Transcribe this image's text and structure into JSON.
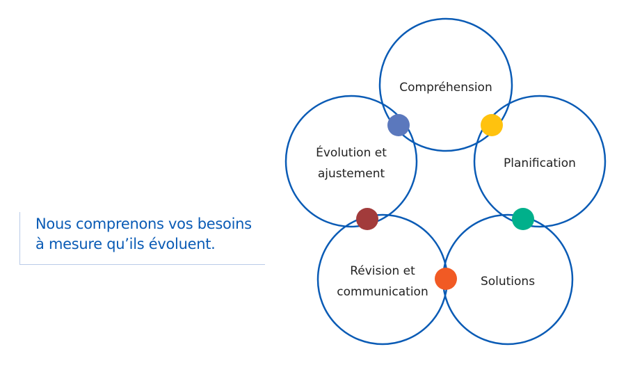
{
  "callout": {
    "line1": "Nous comprenons vos besoins",
    "line2": "à mesure qu’ils évoluent."
  },
  "circles": [
    {
      "label_lines": [
        "Compréhension"
      ]
    },
    {
      "label_lines": [
        "Planification"
      ]
    },
    {
      "label_lines": [
        "Solutions"
      ]
    },
    {
      "label_lines": [
        "Révision et",
        "communication"
      ]
    },
    {
      "label_lines": [
        "Évolution et",
        "ajustement"
      ]
    }
  ],
  "colors": {
    "circle_stroke": "#0a5bb5",
    "dots": [
      "#5b78bd",
      "#ffc20e",
      "#00b08b",
      "#f15a24",
      "#a23b3b"
    ]
  }
}
